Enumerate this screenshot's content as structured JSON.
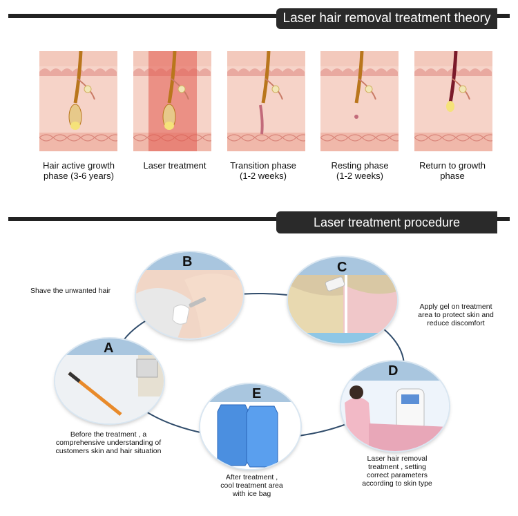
{
  "theory": {
    "title": "Laser hair removal treatment theory",
    "phases": [
      {
        "line1": "Hair active growth",
        "line2": "phase (3-6 years)"
      },
      {
        "line1": "Laser treatment",
        "line2": ""
      },
      {
        "line1": "Transition phase",
        "line2": "(1-2 weeks)"
      },
      {
        "line1": "Resting phase",
        "line2": "(1-2 weeks)"
      },
      {
        "line1": "Return to growth",
        "line2": "phase"
      }
    ]
  },
  "procedure": {
    "title": "Laser treatment procedure",
    "steps": {
      "a": {
        "letter": "A",
        "text1": "Before the treatment , a",
        "text2": "comprehensive understanding of",
        "text3": "customers skin and hair situation"
      },
      "b": {
        "letter": "B",
        "text1": "Shave the unwanted hair"
      },
      "c": {
        "letter": "C",
        "text1": "Apply gel on treatment",
        "text2": "area to protect skin and",
        "text3": "reduce discomfort"
      },
      "d": {
        "letter": "D",
        "text1": "Laser hair removal",
        "text2": "treatment , setting",
        "text3": "correct parameters",
        "text4": "according to skin type"
      },
      "e": {
        "letter": "E",
        "text1": "After treatment ,",
        "text2": "cool treatment area",
        "text3": "with ice bag"
      }
    }
  },
  "colors": {
    "bar": "#222222",
    "skin": "#f3c2b8",
    "cap": "#a9c6df"
  }
}
